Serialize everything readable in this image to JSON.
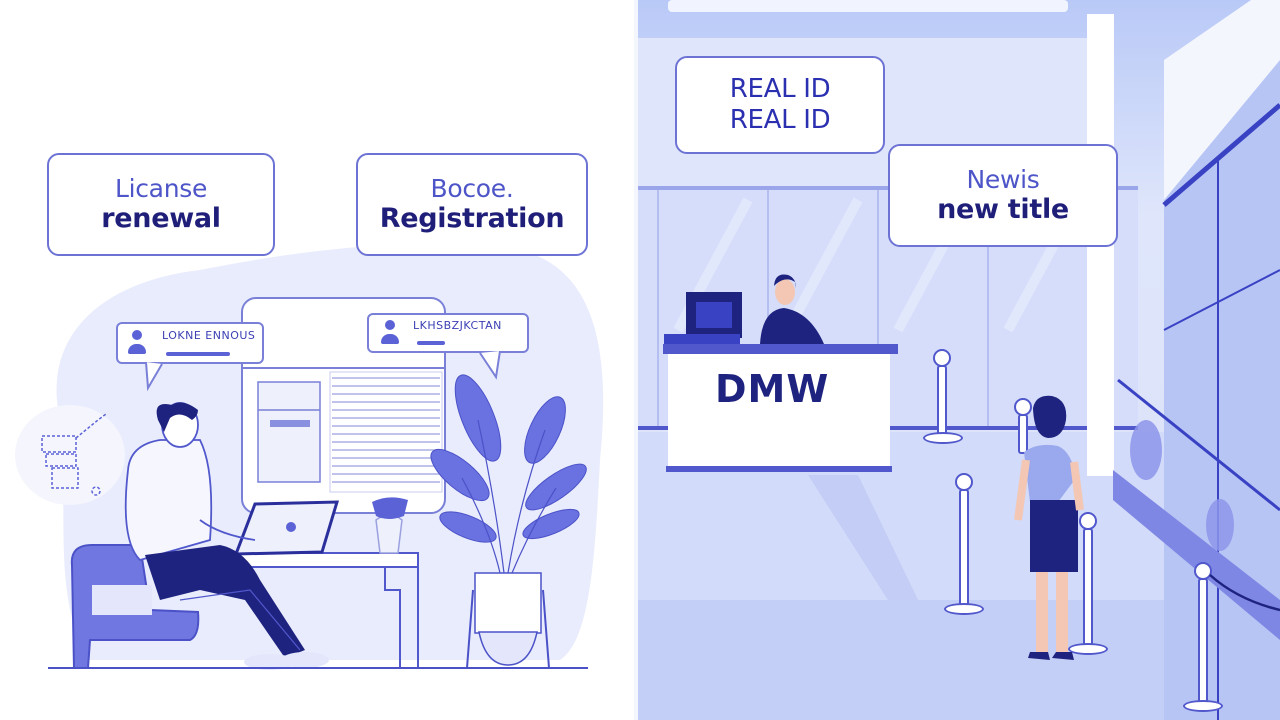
{
  "scene": {
    "description": "Split illustration: online DMV services (left) vs in-person DMV office (right)",
    "palette": {
      "primary": "#5b62d6",
      "dark_navy": "#1f2380",
      "light_lavender": "#e9ecfc",
      "outline": "#6d73d4",
      "background_right": "#dde4fa"
    }
  },
  "left_panel": {
    "labels": [
      {
        "line1": "Licanse",
        "line2": "renewal"
      },
      {
        "line1": "Bocoe.",
        "line2": "Registration"
      }
    ],
    "chips": [
      {
        "text": "LOKNE ENNOUS"
      },
      {
        "text": "LKHSBZJKCTAN"
      }
    ]
  },
  "right_panel": {
    "labels": [
      {
        "line1": "REAL ID",
        "line2": "REAL ID"
      },
      {
        "line1": "Newis",
        "line2": "new title"
      }
    ],
    "desk_sign": "DMW"
  }
}
